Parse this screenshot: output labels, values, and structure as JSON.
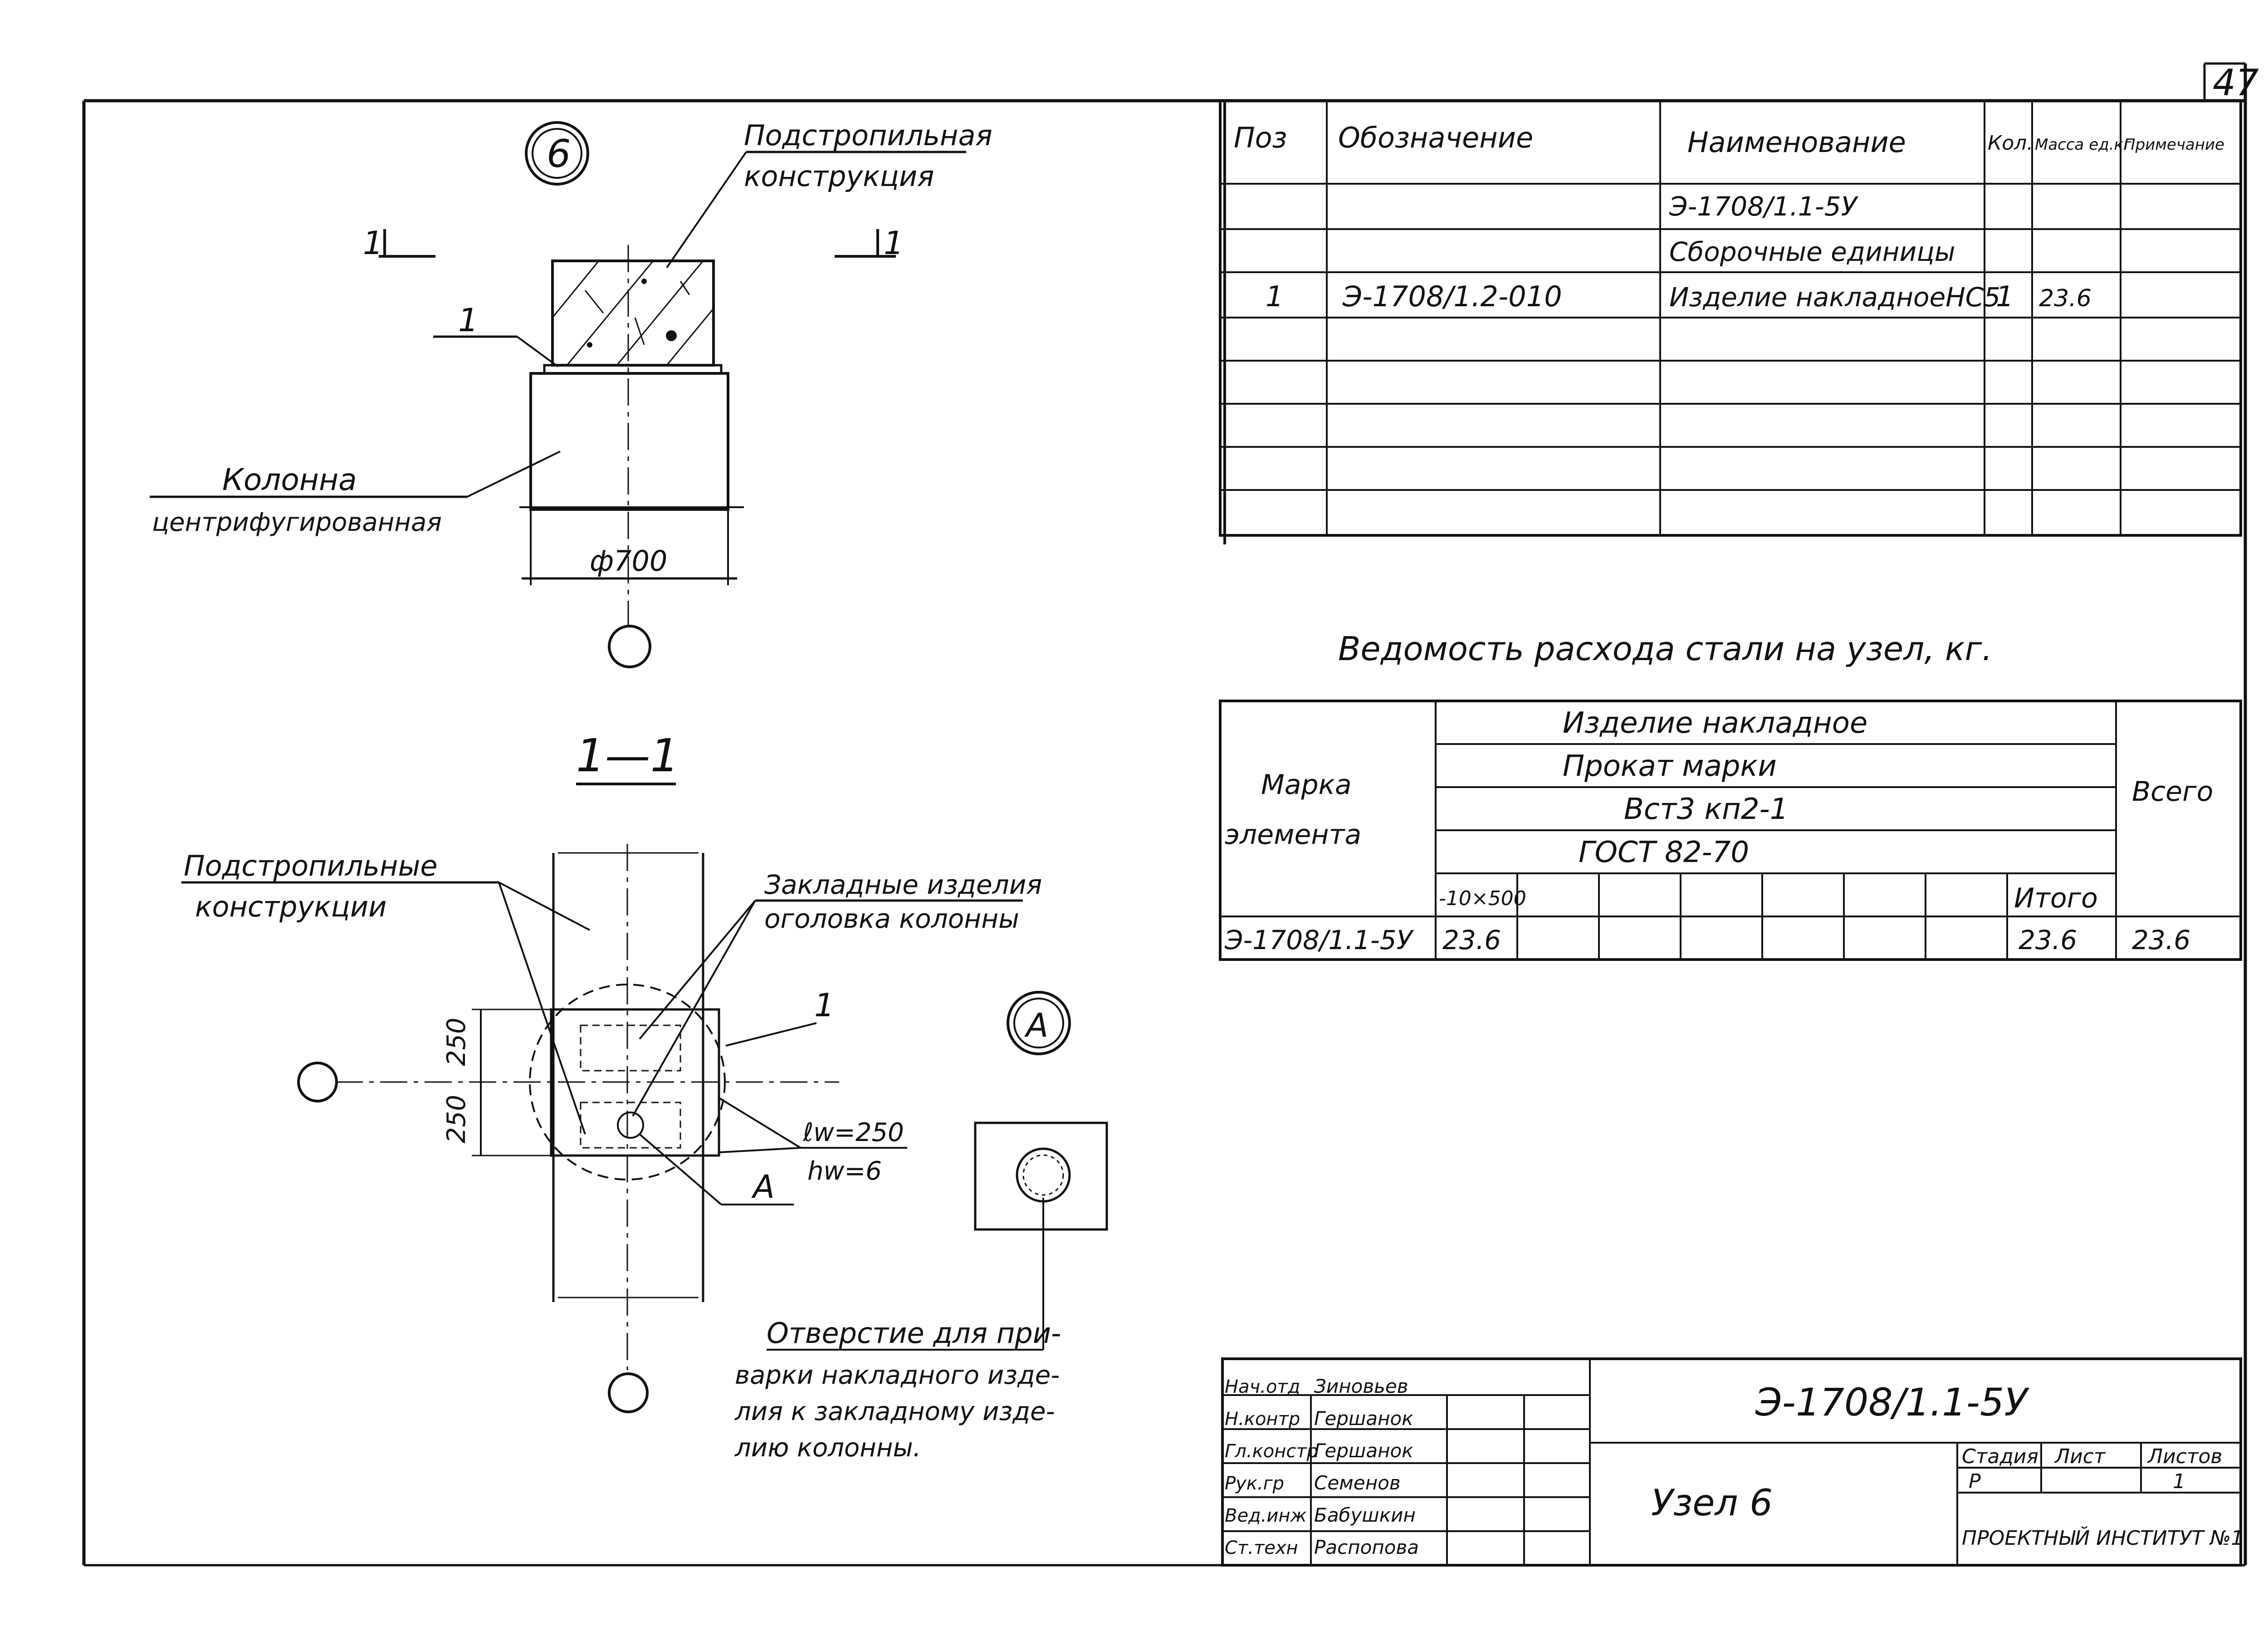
{
  "sheet_number": "47",
  "node": {
    "marker": "6",
    "super_label": [
      "Подстропильная",
      "конструкция"
    ],
    "section_left": "1",
    "section_right": "1",
    "callout_1": "1",
    "column_label": [
      "Колонна",
      "центрифугированная"
    ],
    "diameter": "ф700"
  },
  "section": {
    "title": "1—1",
    "super_label": [
      "Подстропильные",
      "конструкции"
    ],
    "embedded_label": [
      "Закладные изделия",
      "оголовка колонны"
    ],
    "callout_1": "1",
    "dim_top": "250",
    "dim_bottom": "250",
    "weld_length": "ℓw=250",
    "weld_height": "hw=6",
    "callout_a": "А"
  },
  "detail_a": {
    "marker": "А",
    "note": [
      "Отверстие для при-",
      "варки накладного изде-",
      "лия к закладному изде-",
      "лию колонны."
    ]
  },
  "spec_table": {
    "headers": [
      "Поз",
      "Обозначение",
      "Наименование",
      "Кол.",
      "Масса ед.кг",
      "Примечание"
    ],
    "rows": [
      [
        "",
        "",
        "Э-1708/1.1-5У",
        "",
        "",
        ""
      ],
      [
        "",
        "",
        "Сборочные единицы",
        "",
        "",
        ""
      ],
      [
        "1",
        "Э-1708/1.2-010",
        "Изделие накладноеНС5",
        "1",
        "23.6",
        ""
      ],
      [
        "",
        "",
        "",
        "",
        "",
        ""
      ],
      [
        "",
        "",
        "",
        "",
        "",
        ""
      ],
      [
        "",
        "",
        "",
        "",
        "",
        ""
      ],
      [
        "",
        "",
        "",
        "",
        "",
        ""
      ],
      [
        "",
        "",
        "",
        "",
        "",
        ""
      ]
    ]
  },
  "steel": {
    "title": "Ведомость расхода стали на узел, кг.",
    "mark_header": [
      "Марка",
      "элемента"
    ],
    "group": "Изделие накладное",
    "rolled": "Прокат марки",
    "grade": "Вст3 кп2-1",
    "gost": "ГОСТ 82-70",
    "size": "-10×500",
    "subtotal_label": "Итого",
    "total_label": "Всего",
    "row": [
      "Э-1708/1.1-5У",
      "23.6",
      "23.6",
      "23.6"
    ]
  },
  "title_block": {
    "code": "Э-1708/1.1-5У",
    "name": "Узел 6",
    "stage_label": "Стадия",
    "sheet_label": "Лист",
    "sheets_label": "Листов",
    "stage": "Р",
    "sheets": "1",
    "org": "ПРОЕКТНЫЙ ИНСТИТУТ №1",
    "signatures": [
      [
        "Нач.отд",
        "Зиновьев"
      ],
      [
        "Н.контр",
        "Гершанок"
      ],
      [
        "Гл.констр",
        "Гершанок"
      ],
      [
        "Рук.гр",
        "Семенов"
      ],
      [
        "Вед.инж",
        "Бабушкин"
      ],
      [
        "Ст.техн",
        "Распопова"
      ]
    ]
  }
}
